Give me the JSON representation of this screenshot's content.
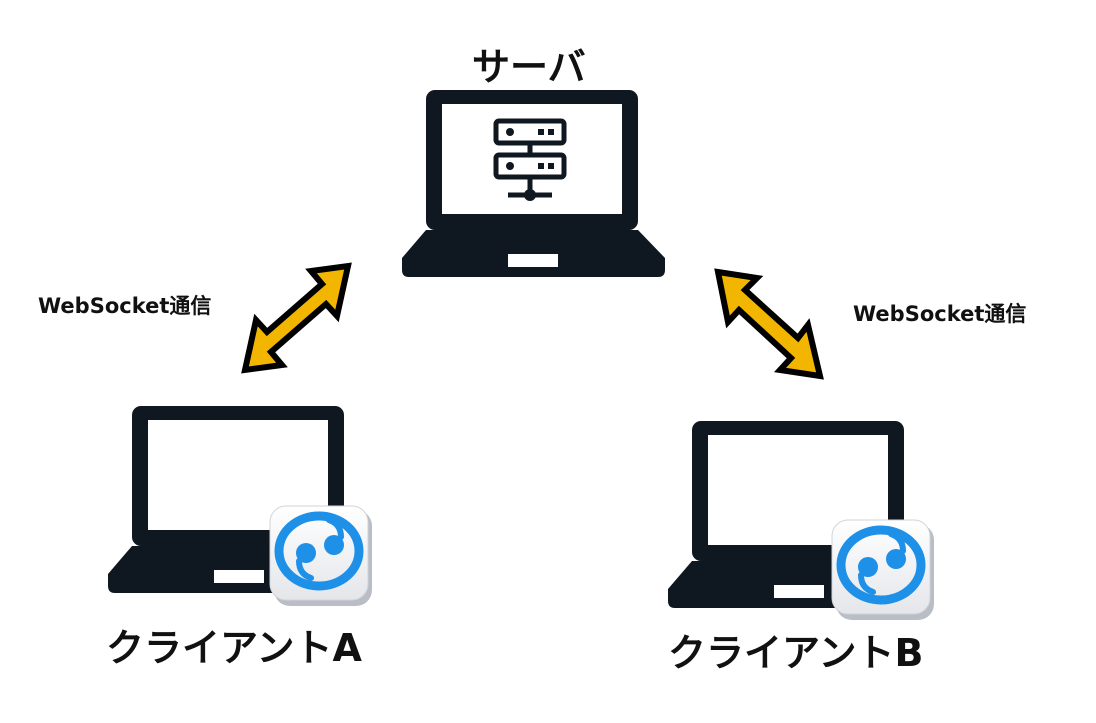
{
  "nodes": {
    "server": {
      "label": "サーバ"
    },
    "client_a": {
      "label": "クライアントA"
    },
    "client_b": {
      "label": "クライアントB"
    }
  },
  "links": [
    {
      "from": "client_a",
      "to": "server",
      "label": "WebSocket通信",
      "bidirectional": true
    },
    {
      "from": "client_b",
      "to": "server",
      "label": "WebSocket通信",
      "bidirectional": true
    }
  ],
  "icons": {
    "laptop": "laptop-icon",
    "server_rack": "server-rack-icon",
    "app_badge": "app-logo-icon"
  },
  "colors": {
    "laptop": "#0f1720",
    "arrow_fill": "#f2b600",
    "arrow_outline": "#000000",
    "app_logo": "#1e90e8"
  }
}
